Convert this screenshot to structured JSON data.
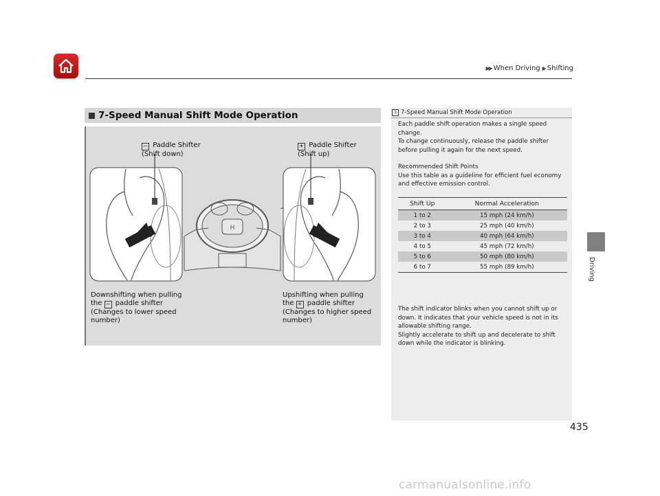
{
  "header": {
    "breadcrumb": [
      "When Driving",
      "Shifting"
    ]
  },
  "side_tab": {
    "label": "Driving"
  },
  "page_number": "435",
  "section": {
    "title": "7-Speed Manual Shift Mode Operation",
    "minus_label_line1": "Paddle Shifter",
    "minus_label_line2": "(Shift down)",
    "plus_label_line1": "Paddle Shifter",
    "plus_label_line2": "(Shift up)",
    "down_caption": [
      "Downshifting when pulling",
      "the",
      "paddle shifter",
      "(Changes to lower speed",
      "number)"
    ],
    "up_caption": [
      "Upshifting when pulling",
      "the",
      "paddle shifter",
      "(Changes to higher speed",
      "number)"
    ],
    "minus_symbol": "–",
    "plus_symbol": "+"
  },
  "note": {
    "heading": "7-Speed Manual Shift Mode Operation",
    "p1": "Each paddle shift operation makes a single speed change.",
    "p2": "To change continuously, release the paddle shifter before pulling it again for the next speed.",
    "p3": "Recommended Shift Points",
    "p4": "Use this table as a guideline for efficient fuel economy and effective emission control.",
    "table": {
      "headers": [
        "Shift Up",
        "Normal Acceleration"
      ],
      "rows": [
        [
          "1 to 2",
          "15 mph (24 km/h)"
        ],
        [
          "2 to 3",
          "25 mph (40 km/h)"
        ],
        [
          "3 to 4",
          "40 mph (64 km/h)"
        ],
        [
          "4 to 5",
          "45 mph (72 km/h)"
        ],
        [
          "5 to 6",
          "50 mph (80 km/h)"
        ],
        [
          "6 to 7",
          "55 mph (89 km/h)"
        ]
      ]
    },
    "p5": "The shift indicator blinks when you cannot shift up or down. It indicates that your vehicle speed is not in its allowable shifting range.",
    "p6": "Slightly accelerate to shift up and decelerate to shift down while the indicator is blinking."
  },
  "watermark": "carmanualsonline.info",
  "colors": {
    "home_button": "#c21a1a",
    "side_tab": "#808080"
  }
}
